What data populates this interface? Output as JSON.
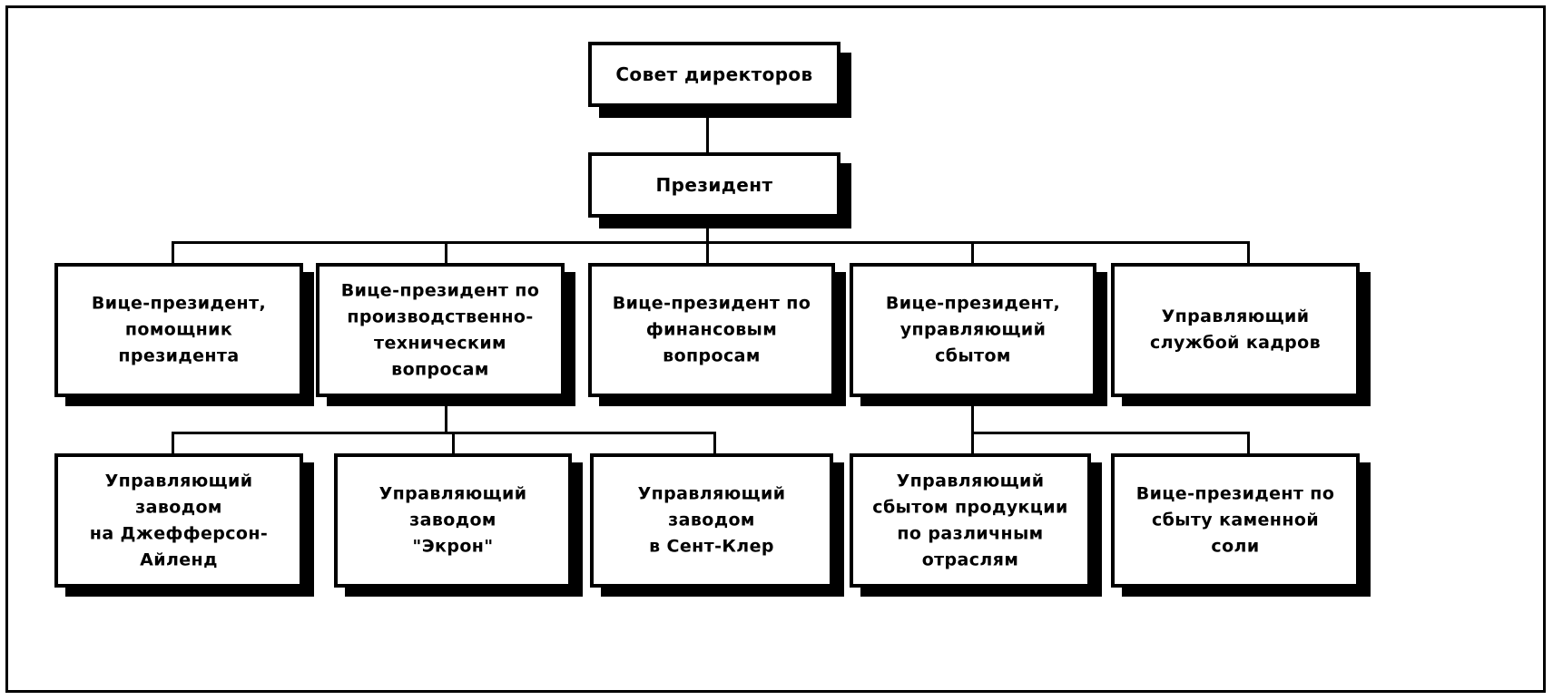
{
  "chart_data": {
    "type": "diagram",
    "diagram_type": "organizational-chart",
    "title": "",
    "language": "ru",
    "levels": 4,
    "nodes": [
      {
        "id": "board",
        "label": "Совет директоров",
        "level": 1,
        "parent": null
      },
      {
        "id": "president",
        "label": "Президент",
        "level": 2,
        "parent": "board"
      },
      {
        "id": "vp_asst",
        "label": "Вице-президент,\nпомощник\nпрезидента",
        "level": 3,
        "parent": "president"
      },
      {
        "id": "vp_prod",
        "label": "Вице-президент по\nпроизводственно-\nтехническим\nвопросам",
        "level": 3,
        "parent": "president"
      },
      {
        "id": "vp_fin",
        "label": "Вице-президент по\nфинансовым\nвопросам",
        "level": 3,
        "parent": "president"
      },
      {
        "id": "vp_sales",
        "label": "Вице-президент,\nуправляющий\nсбытом",
        "level": 3,
        "parent": "president"
      },
      {
        "id": "hr_mgr",
        "label": "Управляющий\nслужбой кадров",
        "level": 3,
        "parent": "president"
      },
      {
        "id": "plant_jeff",
        "label": "Управляющий\nзаводом\nна Джефферсон-\nАйленд",
        "level": 4,
        "parent": "vp_prod"
      },
      {
        "id": "plant_akron",
        "label": "Управляющий\nзаводом\n\"Экрон\"",
        "level": 4,
        "parent": "vp_prod"
      },
      {
        "id": "plant_clair",
        "label": "Управляющий\nзаводом\nв Сент-Клер",
        "level": 4,
        "parent": "vp_prod"
      },
      {
        "id": "sales_ind",
        "label": "Управляющий\nсбытом продукции\nпо  различным\nотраслям",
        "level": 4,
        "parent": "vp_sales"
      },
      {
        "id": "vp_salt",
        "label": "Вице-президент по\nсбыту каменной\nсоли",
        "level": 4,
        "parent": "vp_sales"
      }
    ],
    "edges": [
      {
        "from": "board",
        "to": "president"
      },
      {
        "from": "president",
        "to": "vp_asst"
      },
      {
        "from": "president",
        "to": "vp_prod"
      },
      {
        "from": "president",
        "to": "vp_fin"
      },
      {
        "from": "president",
        "to": "vp_sales"
      },
      {
        "from": "president",
        "to": "hr_mgr"
      },
      {
        "from": "vp_prod",
        "to": "plant_jeff"
      },
      {
        "from": "vp_prod",
        "to": "plant_akron"
      },
      {
        "from": "vp_prod",
        "to": "plant_clair"
      },
      {
        "from": "vp_sales",
        "to": "sales_ind"
      },
      {
        "from": "vp_sales",
        "to": "vp_salt"
      }
    ],
    "style": {
      "line_color": "#000000",
      "box_fill": "#ffffff",
      "box_border": "#000000",
      "shadow_color": "#000000",
      "background": "#ffffff"
    }
  }
}
